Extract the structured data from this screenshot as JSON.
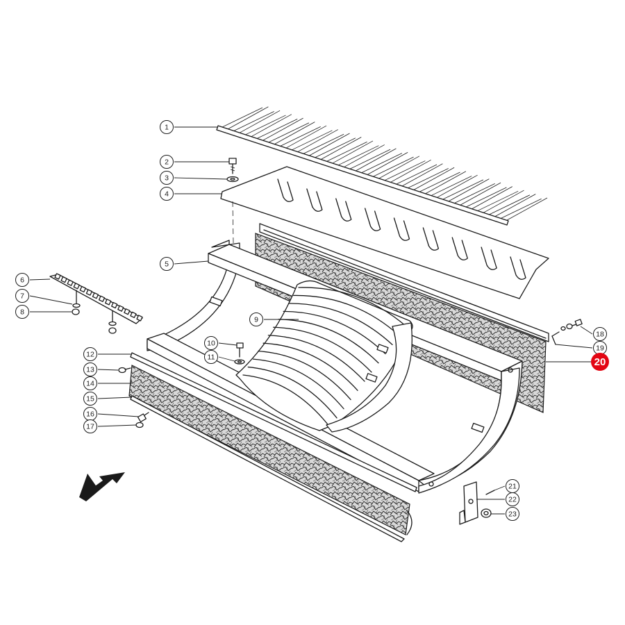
{
  "highlight_color": "#e30613",
  "line_color": "#1a1a1a",
  "highlighted_part": "20",
  "direction_arrow_icon": "arrow-down-left-icon",
  "parts": [
    {
      "num": "1"
    },
    {
      "num": "2"
    },
    {
      "num": "3"
    },
    {
      "num": "4"
    },
    {
      "num": "5"
    },
    {
      "num": "6"
    },
    {
      "num": "7"
    },
    {
      "num": "8"
    },
    {
      "num": "9"
    },
    {
      "num": "10"
    },
    {
      "num": "11"
    },
    {
      "num": "12"
    },
    {
      "num": "13"
    },
    {
      "num": "14"
    },
    {
      "num": "15"
    },
    {
      "num": "16"
    },
    {
      "num": "17"
    },
    {
      "num": "18"
    },
    {
      "num": "19"
    },
    {
      "num": "20"
    },
    {
      "num": "21"
    },
    {
      "num": "22"
    },
    {
      "num": "23"
    }
  ]
}
